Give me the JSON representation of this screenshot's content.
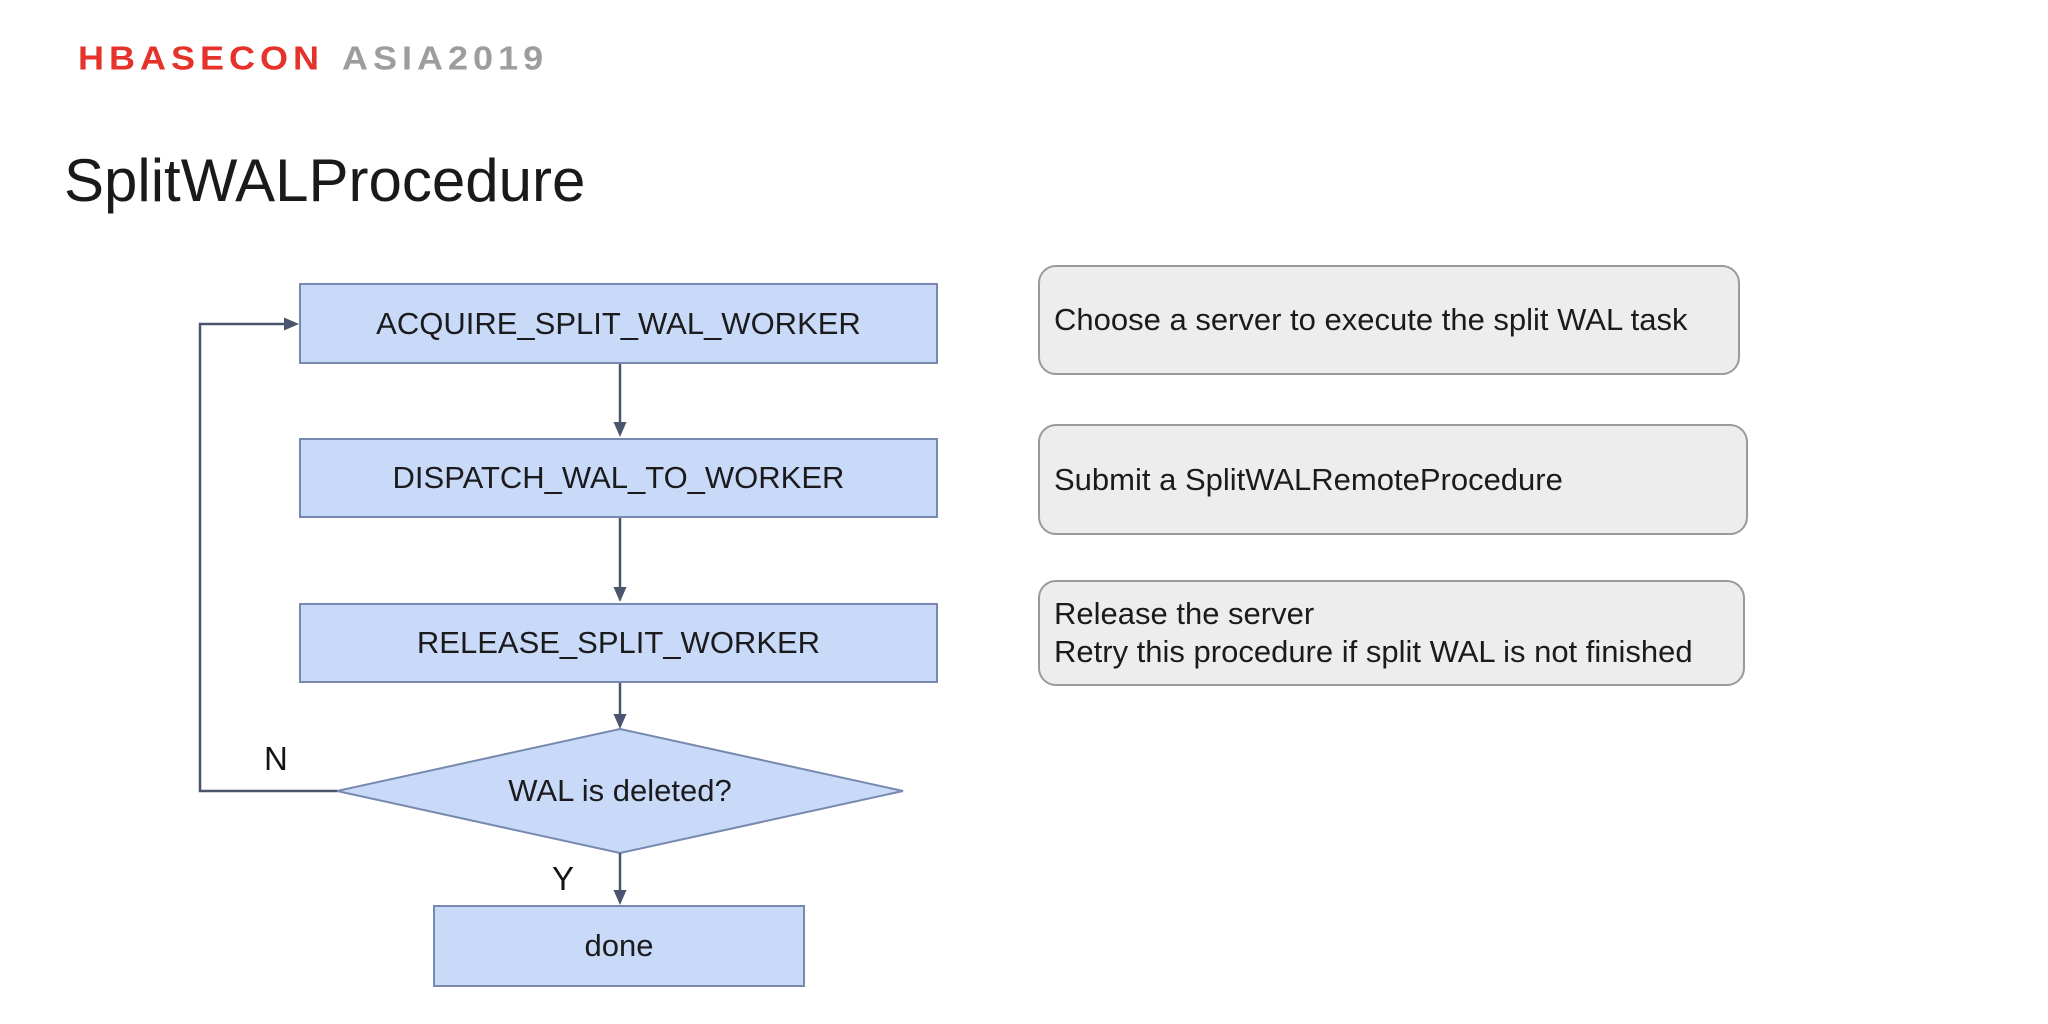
{
  "logo": {
    "primary": "HBASECON",
    "secondary": "ASIA2019"
  },
  "title": "SplitWALProcedure",
  "flowchart": {
    "steps": [
      {
        "label": "ACQUIRE_SPLIT_WAL_WORKER"
      },
      {
        "label": "DISPATCH_WAL_TO_WORKER"
      },
      {
        "label": "RELEASE_SPLIT_WORKER"
      }
    ],
    "decision": {
      "label": "WAL is deleted?",
      "no_label": "N",
      "yes_label": "Y"
    },
    "terminal": {
      "label": "done"
    }
  },
  "annotations": [
    {
      "text": "Choose a server to execute the split WAL task"
    },
    {
      "text": "Submit a SplitWALRemoteProcedure"
    },
    {
      "lines": [
        "Release the server",
        "Retry this procedure if split WAL is not finished"
      ]
    }
  ],
  "colors": {
    "background": "#ffffff",
    "text": "#1b1b1e",
    "logo-red": "#e5332c",
    "logo-gray": "#9d9d9d",
    "node-fill": "#c9daf8",
    "node-border": "#7789ae",
    "connector": "#4a566e",
    "note-fill": "#ededed",
    "note-border": "#9a9a9a"
  }
}
